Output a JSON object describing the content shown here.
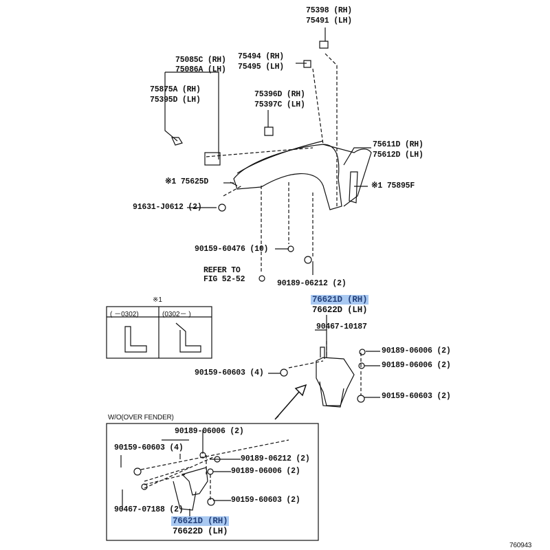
{
  "diagram_number": "760943",
  "highlight_color": "#a9c9f2",
  "labels": {
    "p75398": "75398 (RH)",
    "p75491": "75491 (LH)",
    "p75085c": "75085C (RH)",
    "p75086a": "75086A (LH)",
    "p75494": "75494 (RH)",
    "p75495": "75495 (LH)",
    "p75875a": "75875A (RH)",
    "p75395d": "75395D (LH)",
    "p75396d": "75396D (RH)",
    "p75397c": "75397C (LH)",
    "p75611d": "75611D (RH)",
    "p75612d": "75612D (LH)",
    "p75625d": "※1 75625D",
    "p75895f": "※1 75895F",
    "p91631": "91631-J0612 (2)",
    "p90159_60476": "90159-60476 (10)",
    "refer1": "REFER TO",
    "refer2": "FIG 52-52",
    "p90189_06212_top": "90189-06212 (2)",
    "p76621d_top": "76621D (RH)",
    "p76622d_top": "76622D (LH)",
    "p90467_10187": "90467-10187",
    "p90189_06006_a": "90189-06006 (2)",
    "p90189_06006_b": "90189-06006 (2)",
    "p90159_60603_4_top": "90159-60603 (4)",
    "p90159_60603_2_top": "90159-60603 (2)"
  },
  "variant_table": {
    "note": "※1",
    "columns": [
      "(    －0302)",
      "(0302－    )"
    ]
  },
  "inset": {
    "title": "W/O(OVER FENDER)",
    "labels": {
      "p90189_06006_1": "90189-06006 (2)",
      "p90159_60603_4": "90159-60603 (4)",
      "p90189_06212": "90189-06212 (2)",
      "p90189_06006_2": "90189-06006 (2)",
      "p90159_60603_2": "90159-60603 (2)",
      "p90467_07188": "90467-07188 (2)",
      "p76621d": "76621D (RH)",
      "p76622d": "76622D (LH)"
    }
  }
}
